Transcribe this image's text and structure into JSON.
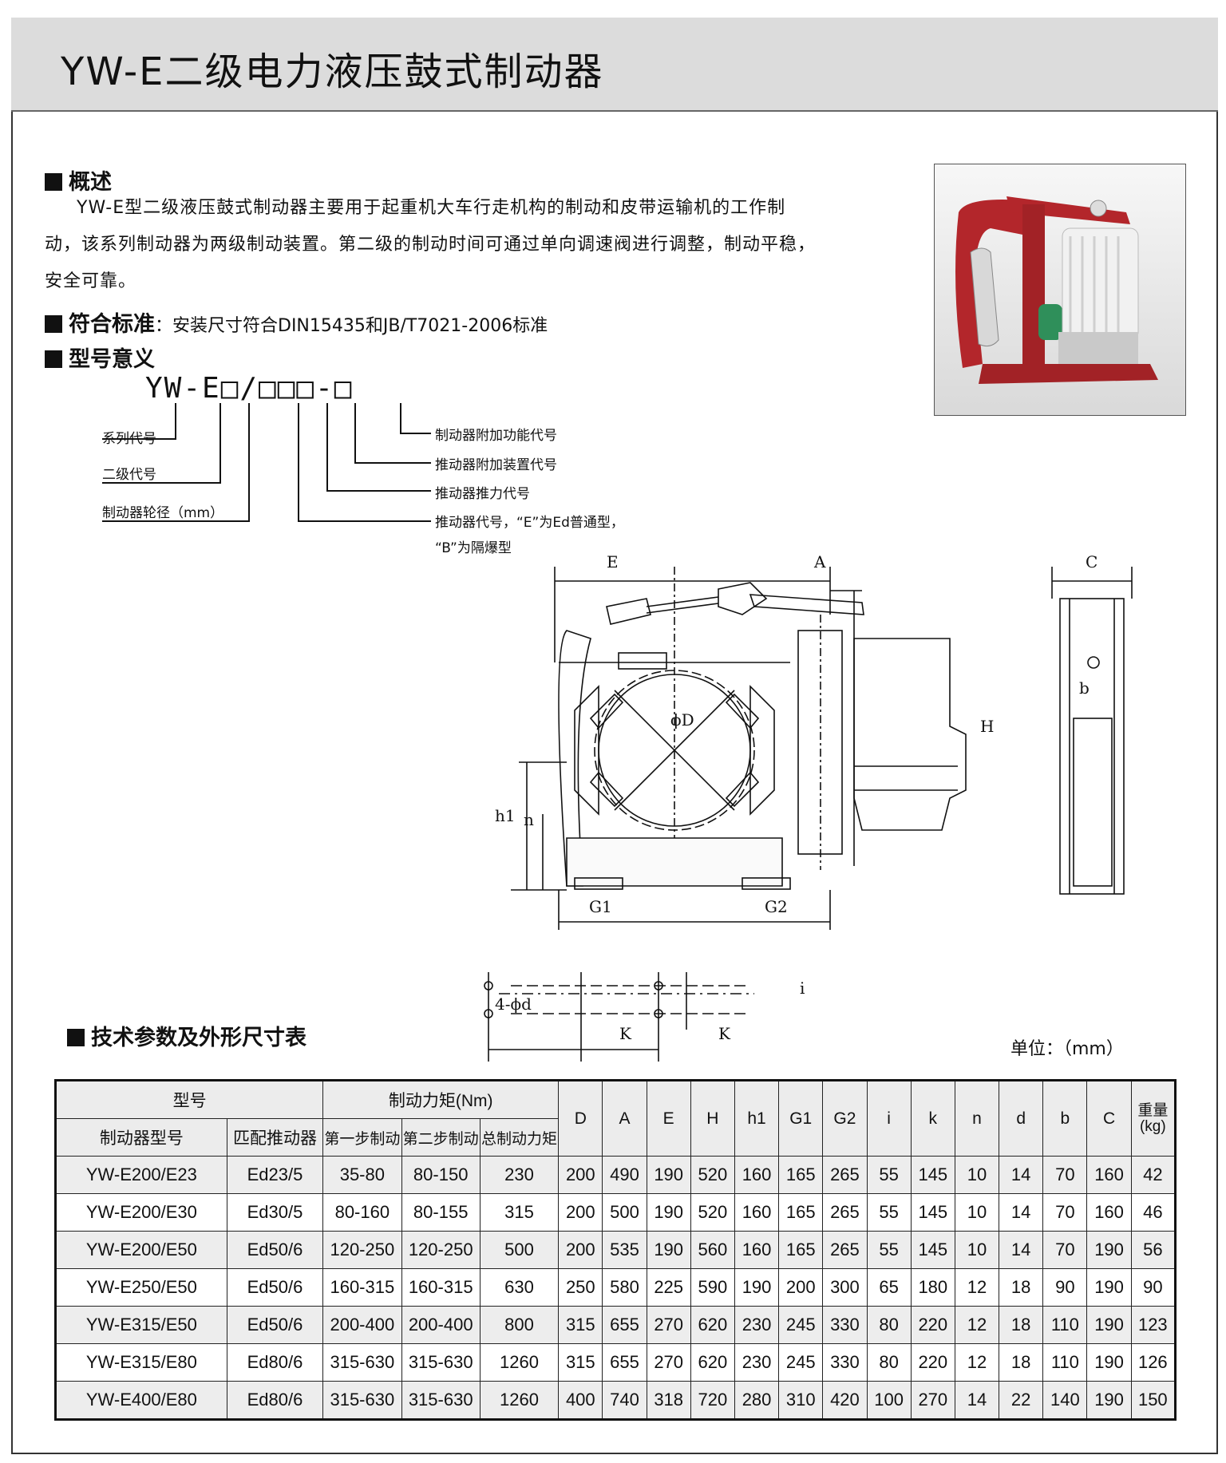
{
  "title": "YW-E二级电力液压鼓式制动器",
  "overview": {
    "heading": "概述",
    "lines": [
      "YW-E型二级液压鼓式制动器主要用于起重机大车行走机构的制动和皮带运输机的工作制",
      "动，该系列制动器为两级制动装置。第二级的制动时间可通过单向调速阀进行调整，制动平稳，",
      "安全可靠。"
    ]
  },
  "standard": {
    "heading": "符合标准",
    "text": "：安装尺寸符合DIN15435和JB/T7021-2006标准"
  },
  "model_meaning": {
    "heading": "型号意义",
    "code": "YW-E□/□□□-□",
    "left_labels": [
      "系列代号",
      "二级代号",
      "制动器轮径（mm）"
    ],
    "right_labels": [
      "制动器附加功能代号",
      "推动器附加装置代号",
      "推动器推力代号",
      "推动器代号，“E”为Ed普通型，",
      "“B”为隔爆型"
    ]
  },
  "drawing_labels": {
    "E": "E",
    "A": "A",
    "C": "C",
    "H": "H",
    "h1": "h1",
    "n": "n",
    "D": "ϕD",
    "b": "b",
    "G1": "G1",
    "G2": "G2",
    "K1": "K",
    "K2": "K",
    "i": "i",
    "d": "4-ϕd"
  },
  "table_section": {
    "heading": "技术参数及外形尺寸表",
    "unit": "单位：（mm）"
  },
  "table": {
    "group_model": "型号",
    "group_torque": "制动力矩(Nm)",
    "sub_headers": [
      "制动器型号",
      "匹配推动器",
      "第一步制动",
      "第二步制动",
      "总制动力矩"
    ],
    "dim_headers": [
      "D",
      "A",
      "E",
      "H",
      "h1",
      "G1",
      "G2",
      "i",
      "k",
      "n",
      "d",
      "b",
      "C"
    ],
    "weight_header": "重量(kg)",
    "rows": [
      [
        "YW-E200/E23",
        "Ed23/5",
        "35-80",
        "80-150",
        "230",
        "200",
        "490",
        "190",
        "520",
        "160",
        "165",
        "265",
        "55",
        "145",
        "10",
        "14",
        "70",
        "160",
        "42"
      ],
      [
        "YW-E200/E30",
        "Ed30/5",
        "80-160",
        "80-155",
        "315",
        "200",
        "500",
        "190",
        "520",
        "160",
        "165",
        "265",
        "55",
        "145",
        "10",
        "14",
        "70",
        "160",
        "46"
      ],
      [
        "YW-E200/E50",
        "Ed50/6",
        "120-250",
        "120-250",
        "500",
        "200",
        "535",
        "190",
        "560",
        "160",
        "165",
        "265",
        "55",
        "145",
        "10",
        "14",
        "70",
        "190",
        "56"
      ],
      [
        "YW-E250/E50",
        "Ed50/6",
        "160-315",
        "160-315",
        "630",
        "250",
        "580",
        "225",
        "590",
        "190",
        "200",
        "300",
        "65",
        "180",
        "12",
        "18",
        "90",
        "190",
        "90"
      ],
      [
        "YW-E315/E50",
        "Ed50/6",
        "200-400",
        "200-400",
        "800",
        "315",
        "655",
        "270",
        "620",
        "230",
        "245",
        "330",
        "80",
        "220",
        "12",
        "18",
        "110",
        "190",
        "123"
      ],
      [
        "YW-E315/E80",
        "Ed80/6",
        "315-630",
        "315-630",
        "1260",
        "315",
        "655",
        "270",
        "620",
        "230",
        "245",
        "330",
        "80",
        "220",
        "12",
        "18",
        "110",
        "190",
        "126"
      ],
      [
        "YW-E400/E80",
        "Ed80/6",
        "315-630",
        "315-630",
        "1260",
        "400",
        "740",
        "318",
        "720",
        "280",
        "310",
        "420",
        "100",
        "270",
        "14",
        "22",
        "140",
        "190",
        "150"
      ]
    ]
  },
  "colors": {
    "header_bg": "#dcdcdc",
    "brake_red": "#b3262b",
    "motor_white": "#e8e8e8"
  }
}
